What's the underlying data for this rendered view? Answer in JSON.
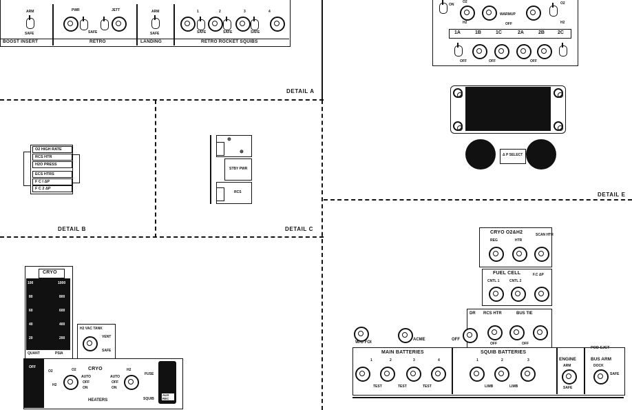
{
  "details": {
    "a": "DETAIL A",
    "b": "DETAIL B",
    "c": "DETAIL C",
    "e": "DETAIL E"
  },
  "detail_a": {
    "groups": [
      "BOOST INSERT",
      "RETRO",
      "LANDING",
      "RETRO ROCKET SQUIBS"
    ],
    "retro_labels": [
      "PWR",
      "JETT"
    ],
    "arm": "ARM",
    "safe": "SAFE",
    "squib_numbers": [
      "1",
      "2",
      "3",
      "4"
    ]
  },
  "detail_b": {
    "flags": [
      "O2 HIGH RATE",
      "RCS HTR",
      "H2O PRESS",
      "ECS HTRS",
      "F C I ΔP",
      "F C 2 ΔP"
    ]
  },
  "detail_c": {
    "flags": [
      "STBY PWR",
      "RCS"
    ]
  },
  "detail_e": {
    "top_labels": [
      "1A",
      "1B",
      "1C",
      "2A",
      "2B",
      "2C"
    ],
    "warmup": "WARMUP",
    "on": "ON",
    "off": "OFF",
    "o2": "O2",
    "h2": "H2",
    "dp_select": "Δ P SELECT"
  },
  "bottom_left": {
    "cryo_title": "CRYO",
    "quant": "QUANT",
    "psia": "PSIA",
    "left_scale": [
      "100",
      "80",
      "60",
      "40",
      "20"
    ],
    "right_scale": [
      "1000",
      "800",
      "600",
      "400",
      "200"
    ],
    "vac_tank": "H2 VAC TANK",
    "vent": "VENT",
    "safe": "SAFE",
    "cryo": "CRYO",
    "o2": "O2",
    "h2": "H2",
    "auto": "AUTO",
    "off": "OFF",
    "on": "ON",
    "heaters": "HEATERS",
    "fuse": "FUSE",
    "squib": "SQUIB",
    "aux_rec": "AUX REC"
  },
  "bottom_right": {
    "cryo_row": [
      "CRYO O2&H2",
      "REG",
      "HTR",
      "SCAN HTR"
    ],
    "fuel_cell": "FUEL CELL",
    "cntl1": "CNTL 1",
    "cntl2": "CNTL 2",
    "fc_dp": "F.C ΔP",
    "dr": "DR",
    "rcs_htr": "RCS HTR",
    "bus_tie": "BUS TIE",
    "off": "OFF",
    "wo_foi": "W/O FOI",
    "acme": "ACME",
    "main_batteries": "MAIN BATTERIES",
    "squib_batteries": "SQUIB BATTERIES",
    "engine": "ENGINE",
    "bus_arm": "BUS ARM",
    "pod_eject": "POD EJCT",
    "arm": "ARM",
    "safe": "SAFE",
    "dock": "DOCK",
    "test": "TEST",
    "limb": "LIMB",
    "nums": [
      "1",
      "2",
      "3",
      "4"
    ]
  }
}
